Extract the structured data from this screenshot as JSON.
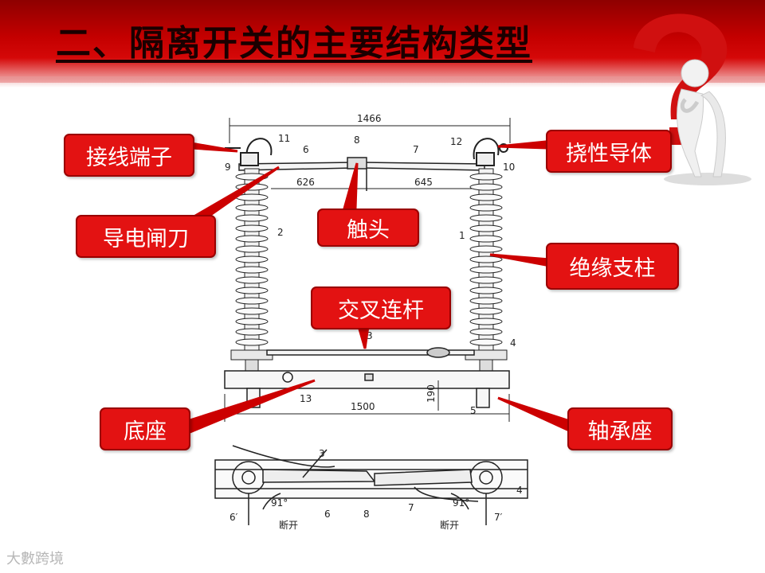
{
  "slide": {
    "title": "二、隔离开关的主要结构类型",
    "watermark": "大數跨境",
    "colors": {
      "header_red": "#c40000",
      "callout_red": "#e31212",
      "callout_border": "#9a0000",
      "line": "#222222"
    }
  },
  "callouts": [
    {
      "id": "terminal",
      "label": "接线端子"
    },
    {
      "id": "flex-conductor",
      "label": "挠性导体"
    },
    {
      "id": "blade",
      "label": "导电闸刀"
    },
    {
      "id": "contact",
      "label": "触头"
    },
    {
      "id": "insulator",
      "label": "绝缘支柱"
    },
    {
      "id": "crossbar",
      "label": "交叉连杆"
    },
    {
      "id": "base",
      "label": "底座"
    },
    {
      "id": "bearing",
      "label": "轴承座"
    }
  ],
  "dimensions": {
    "total_width_top": "1466",
    "left_span": "626",
    "right_span": "645",
    "base_width": "1500",
    "base_height": "190"
  },
  "part_numbers": {
    "p1": "1",
    "p2": "2",
    "p3": "3",
    "p4": "4",
    "p5": "5",
    "p6": "6",
    "p7": "7",
    "p8": "8",
    "p9": "9",
    "p10": "10",
    "p11": "11",
    "p12": "12",
    "p13": "13"
  },
  "plan_view": {
    "angle_left": "91°",
    "angle_right": "91°",
    "open_left": "断开",
    "open_right": "断开",
    "p3": "3",
    "p4": "4",
    "p6": "6",
    "p7": "7",
    "p8": "8",
    "p6p": "6′",
    "p7p": "7′"
  }
}
